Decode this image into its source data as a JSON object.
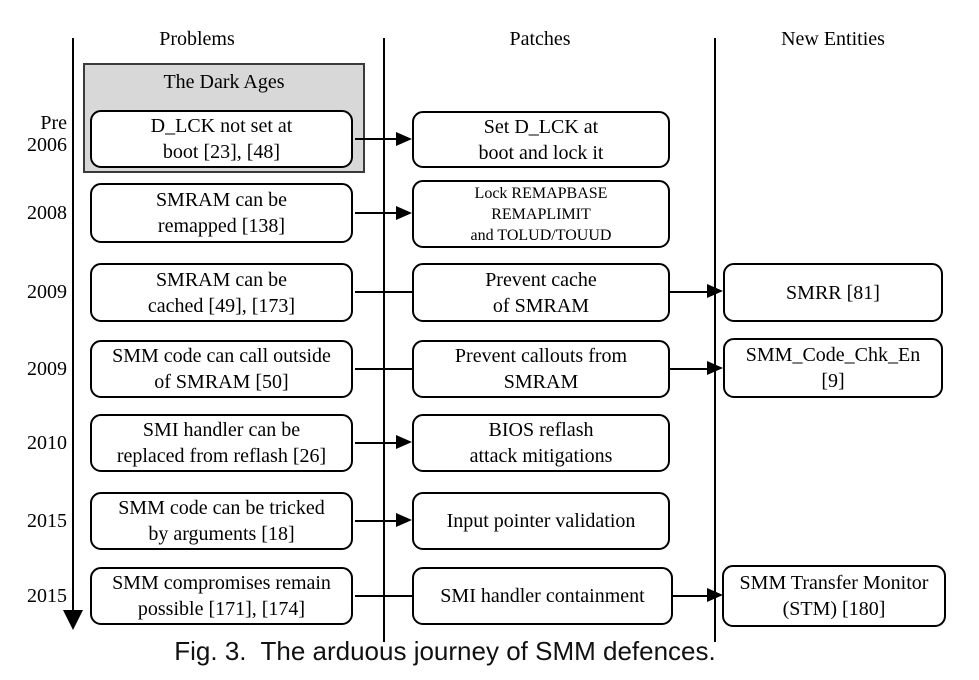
{
  "figure": {
    "caption": "Fig. 3.  The arduous journey of SMM defences."
  },
  "headers": {
    "problems": "Problems",
    "patches": "Patches",
    "new_entities": "New Entities"
  },
  "dark_ages": {
    "label": "The Dark Ages"
  },
  "colors": {
    "line": "#000000",
    "box_border": "#000000",
    "dark_ages_fill": "#d8d8d8",
    "background": "#ffffff",
    "text": "#000000"
  },
  "rows": [
    {
      "year_lines": [
        "Pre",
        "2006"
      ],
      "problem_lines": [
        "D_LCK not set at",
        "boot [23], [48]"
      ],
      "patch_lines": [
        "Set D_LCK at",
        "boot and lock it"
      ],
      "entity_lines": []
    },
    {
      "year_lines": [
        "2008"
      ],
      "problem_lines": [
        "SMRAM can be",
        "remapped [138]"
      ],
      "patch_lines": [
        "Lock REMAPBASE",
        "REMAPLIMIT",
        "and TOLUD/TOUUD"
      ],
      "entity_lines": []
    },
    {
      "year_lines": [
        "2009"
      ],
      "problem_lines": [
        "SMRAM can be",
        "cached [49], [173]"
      ],
      "patch_lines": [
        "Prevent cache",
        "of SMRAM"
      ],
      "entity_lines": [
        "SMRR [81]"
      ]
    },
    {
      "year_lines": [
        "2009"
      ],
      "problem_lines": [
        "SMM code can call outside",
        "of SMRAM [50]"
      ],
      "patch_lines": [
        "Prevent callouts from",
        "SMRAM"
      ],
      "entity_lines": [
        "SMM_Code_Chk_En",
        "[9]"
      ]
    },
    {
      "year_lines": [
        "2010"
      ],
      "problem_lines": [
        "SMI handler can be",
        "replaced from reflash [26]"
      ],
      "patch_lines": [
        "BIOS reflash",
        "attack mitigations"
      ],
      "entity_lines": []
    },
    {
      "year_lines": [
        "2015"
      ],
      "problem_lines": [
        "SMM code can be tricked",
        "by arguments [18]"
      ],
      "patch_lines": [
        "Input pointer validation"
      ],
      "entity_lines": []
    },
    {
      "year_lines": [
        "2015"
      ],
      "problem_lines": [
        "SMM compromises remain",
        "possible [171], [174]"
      ],
      "patch_lines": [
        "SMI handler containment"
      ],
      "entity_lines": [
        "SMM Transfer Monitor",
        "(STM) [180]"
      ]
    }
  ]
}
